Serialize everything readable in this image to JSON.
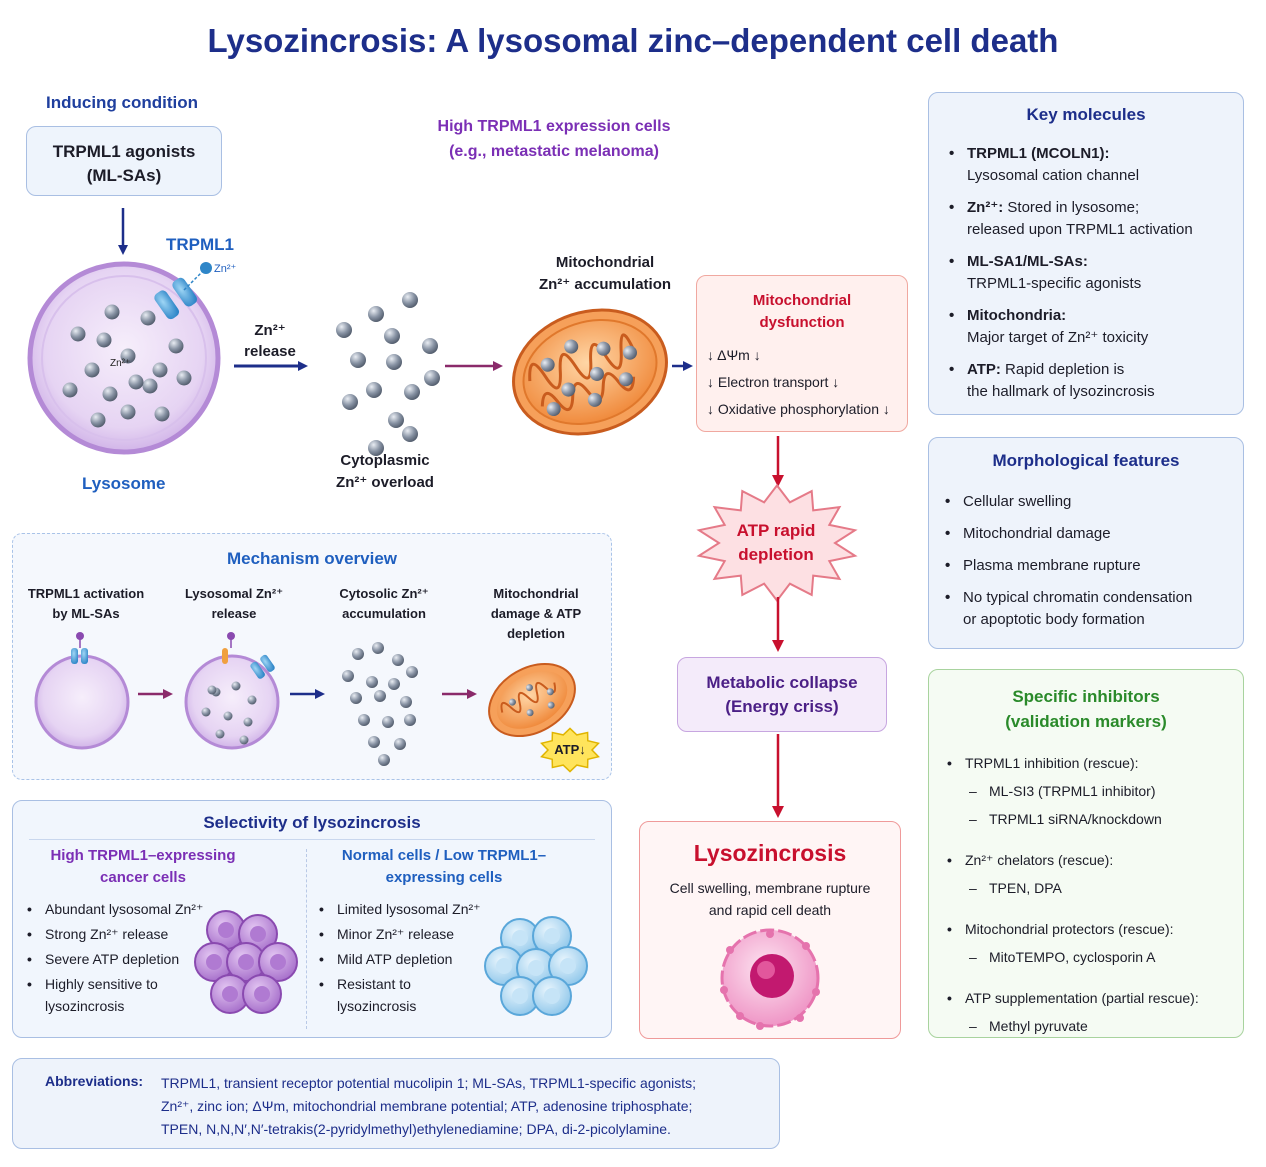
{
  "title": "Lysozincrosis: A lysosomal zinc–dependent cell death",
  "inducing": {
    "heading": "Inducing condition",
    "box_line1": "TRPML1 agonists",
    "box_line2": "(ML-SAs)",
    "channel_label": "TRPML1",
    "lysosome_label": "Lysosome",
    "ion_tag": "Zn²⁺",
    "ion_tag_inside": "Zn²⁺"
  },
  "high_expression": {
    "line1": "High TRPML1 expression cells",
    "line2": "(e.g., metastatic melanoma)"
  },
  "release_arrow": {
    "line1": "Zn²⁺",
    "line2": "release"
  },
  "cytoplasmic": {
    "line1": "Cytoplasmic",
    "line2": "Zn²⁺ overload"
  },
  "mito_accum": {
    "line1": "Mitochondrial",
    "line2": "Zn²⁺ accumulation"
  },
  "mito_dysfunction": {
    "title_line1": "Mitochondrial",
    "title_line2": "dysfunction",
    "items": [
      "↓ ΔΨm ↓",
      "↓ Electron transport ↓",
      "↓ Oxidative phosphorylation ↓"
    ]
  },
  "atp_depletion": {
    "line1": "ATP rapid",
    "line2": "depletion"
  },
  "metabolic_collapse": {
    "line1": "Metabolic collapse",
    "line2": "(Energy criss)"
  },
  "outcome": {
    "title": "Lysozincrosis",
    "line1": "Cell swelling, membrane rupture",
    "line2": "and rapid cell death"
  },
  "key_molecules": {
    "heading": "Key molecules",
    "items": [
      {
        "term": "TRPML1 (MCOLN1):",
        "rest": "",
        "line2": "Lysosomal cation channel"
      },
      {
        "term": "Zn²⁺:",
        "rest": " Stored in lysosome;",
        "line2": "released upon TRPML1 activation"
      },
      {
        "term": "ML-SA1/ML-SAs:",
        "rest": "",
        "line2": "TRPML1-specific agonists"
      },
      {
        "term": "Mitochondria:",
        "rest": "",
        "line2": "Major target of Zn²⁺ toxicity"
      },
      {
        "term": "ATP:",
        "rest": " Rapid depletion is",
        "line2": "the hallmark of lysozincrosis"
      }
    ]
  },
  "morphological": {
    "heading": "Morphological features",
    "items": [
      "Cellular swelling",
      "Mitochondrial damage",
      "Plasma membrane rupture",
      "No typical chromatin condensation",
      "or apoptotic body formation"
    ]
  },
  "inhibitors": {
    "heading_line1": "Specific inhibitors",
    "heading_line2": "(validation markers)",
    "items": [
      {
        "text": "TRPML1 inhibition (rescue):",
        "sub": false
      },
      {
        "text": "ML-SI3 (TRPML1 inhibitor)",
        "sub": true
      },
      {
        "text": "TRPML1 siRNA/knockdown",
        "sub": true
      },
      {
        "text": "Zn²⁺ chelators (rescue):",
        "sub": false
      },
      {
        "text": "TPEN, DPA",
        "sub": true
      },
      {
        "text": "Mitochondrial protectors (rescue):",
        "sub": false
      },
      {
        "text": "MitoTEMPO, cyclosporin A",
        "sub": true
      },
      {
        "text": "ATP supplementation (partial rescue):",
        "sub": false
      },
      {
        "text": "Methyl pyruvate",
        "sub": true
      }
    ]
  },
  "mechanism": {
    "heading": "Mechanism overview",
    "steps": [
      {
        "line1": "TRPML1 activation",
        "line2": "by ML-SAs",
        "line3": ""
      },
      {
        "line1": "Lysosomal Zn²⁺",
        "line2": "release",
        "line3": ""
      },
      {
        "line1": "Cytosolic Zn²⁺",
        "line2": "accumulation",
        "line3": ""
      },
      {
        "line1": "Mitochondrial",
        "line2": "damage & ATP",
        "line3": "depletion"
      }
    ],
    "atp_badge": "ATP↓"
  },
  "selectivity": {
    "heading": "Selectivity of lysozincrosis",
    "high": {
      "title_line1": "High TRPML1–expressing",
      "title_line2": "cancer cells",
      "items": [
        "Abundant lysosomal Zn²⁺",
        "Strong Zn²⁺ release",
        "Severe ATP depletion",
        "Highly sensitive to",
        "lysozincrosis"
      ]
    },
    "normal": {
      "title_line1": "Normal cells / Low TRPML1–",
      "title_line2": "expressing cells",
      "items": [
        "Limited lysosomal Zn²⁺",
        "Minor Zn²⁺ release",
        "Mild ATP depletion",
        "Resistant to",
        "lysozincrosis"
      ]
    }
  },
  "abbreviations": {
    "label": "Abbreviations:",
    "line1": "TRPML1, transient receptor potential mucolipin 1; ML-SAs, TRPML1-specific agonists;",
    "line2": "Zn²⁺, zinc ion; ΔΨm, mitochondrial membrane potential; ATP, adenosine triphosphate;",
    "line3": "TPEN, N,N,N′,N′-tetrakis(2-pyridylmethyl)ethylenediamine; DPA, di-2-picolylamine."
  },
  "colors": {
    "navy": "#1d2e8a",
    "purple": "#7b2fb5",
    "red": "#c8102e",
    "green": "#2a8a2a",
    "zinc": "#7d8796"
  }
}
